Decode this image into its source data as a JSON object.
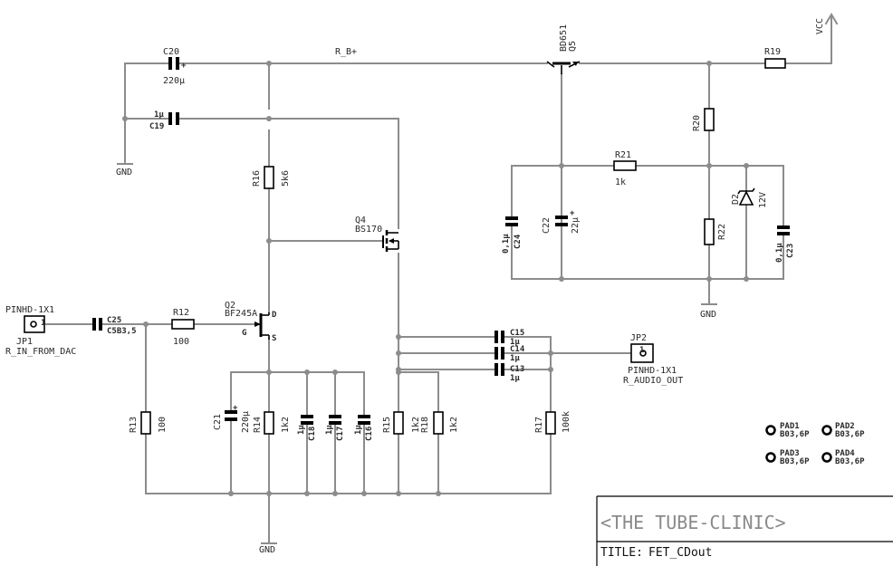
{
  "net_labels": {
    "rb": "R_B+",
    "vcc": "VCC",
    "gnd1": "GND",
    "gnd2": "GND",
    "gnd3": "GND"
  },
  "components": {
    "c20": {
      "ref": "C20",
      "val": "220µ"
    },
    "c19": {
      "ref": "C19",
      "val": "1µ"
    },
    "q5": {
      "ref": "Q5",
      "val": "BD651"
    },
    "r19": {
      "ref": "R19"
    },
    "r20": {
      "ref": "R20"
    },
    "r21": {
      "ref": "R21",
      "val": "1k"
    },
    "r22": {
      "ref": "R22"
    },
    "d2": {
      "ref": "D2",
      "val": "12V"
    },
    "c22": {
      "ref": "C22",
      "val": "22µ"
    },
    "c24": {
      "ref": "C24",
      "val": "0,1µ"
    },
    "c23": {
      "ref": "C23",
      "val": "0,1µ"
    },
    "r16": {
      "ref": "R16",
      "val": "5k6"
    },
    "q4": {
      "ref": "Q4",
      "val": "BS170"
    },
    "q2": {
      "ref": "Q2",
      "val": "BF245A",
      "pin_d": "D",
      "pin_g": "G",
      "pin_s": "S"
    },
    "jp1": {
      "ref": "JP1",
      "val": "PINHD-1X1",
      "net": "R_IN_FROM_DAC",
      "pin": "1"
    },
    "c25": {
      "ref": "C25",
      "val": "C5B3,5"
    },
    "r12": {
      "ref": "R12",
      "val": "100"
    },
    "r13": {
      "ref": "R13",
      "val": "100"
    },
    "c21": {
      "ref": "C21",
      "val": "220µ"
    },
    "r14": {
      "ref": "R14",
      "val": "1k2"
    },
    "c18": {
      "ref": "C18",
      "val": "1µ"
    },
    "c17": {
      "ref": "C17",
      "val": "1µ"
    },
    "c16": {
      "ref": "C16",
      "val": "1µ"
    },
    "r15": {
      "ref": "R15",
      "val": "1k2"
    },
    "r18": {
      "ref": "R18",
      "val": "1k2"
    },
    "c15": {
      "ref": "C15",
      "val": "1µ"
    },
    "c14": {
      "ref": "C14",
      "val": "1µ"
    },
    "c13": {
      "ref": "C13",
      "val": "1µ"
    },
    "r17": {
      "ref": "R17",
      "val": "100k"
    },
    "jp2": {
      "ref": "JP2",
      "val": "PINHD-1X1",
      "net": "R_AUDIO_OUT",
      "pin": "1"
    }
  },
  "pads": [
    {
      "ref": "PAD1",
      "val": "B03,6P"
    },
    {
      "ref": "PAD2",
      "val": "B03,6P"
    },
    {
      "ref": "PAD3",
      "val": "B03,6P"
    },
    {
      "ref": "PAD4",
      "val": "B03,6P"
    }
  ],
  "title_block": {
    "company": "<THE TUBE-CLINIC>",
    "title_label": "TITLE:",
    "title": "FET_CDout"
  }
}
